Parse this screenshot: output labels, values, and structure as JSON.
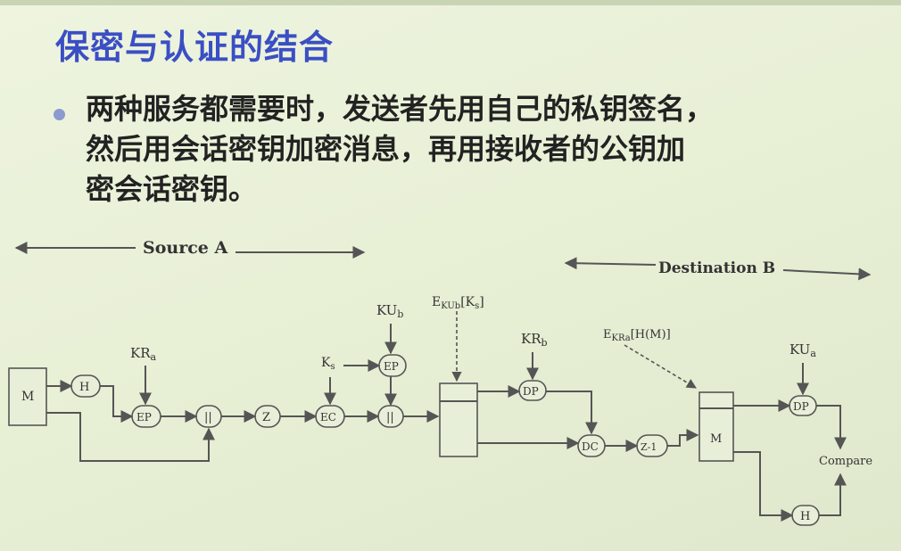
{
  "slide": {
    "title": "保密与认证的结合",
    "bullet_lines": [
      "两种服务都需要时，发送者先用自己的私钥签名，",
      "然后用会话密钥加密消息，再用接收者的公钥加",
      "密会话密钥。"
    ]
  },
  "diagram": {
    "sections": {
      "source": "Source A",
      "destination": "Destination B"
    },
    "boxes": {
      "message": "M",
      "hash_src": "H",
      "ep_sign": "EP",
      "concat_src": "||",
      "zip": "Z",
      "ec": "EC",
      "concat_key": "||",
      "ep_key": "EP",
      "dp_key": "DP",
      "dc": "DC",
      "unzip": "Z-1",
      "message_dst": "M",
      "dp_sig": "DP",
      "hash_dst": "H",
      "compare": "Compare"
    },
    "labels": {
      "kr_a": "KRa",
      "ks": "Ks",
      "ku_b": "KUb",
      "e_kub_ks": "EKUb[Ks]",
      "kr_b": "KRb",
      "e_kra_hm": "EKRa[H(M)]",
      "ku_a": "KUa"
    }
  }
}
